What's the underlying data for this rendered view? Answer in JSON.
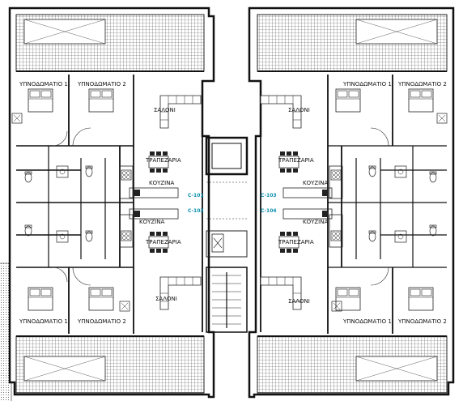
{
  "rooms": {
    "bedroom1": "ΥΠΝΟΔΩΜΑΤΙΟ 1",
    "bedroom2": "ΥΠΝΟΔΩΜΑΤΙΟ 2",
    "living": "ΣΑΛΟΝΙ",
    "dining": "ΤΡΑΠΕΖΑΡΙΑ",
    "kitchen": "ΚΟΥΖΙΝΑ"
  },
  "units": {
    "top_left": "C-101",
    "bottom_left": "C-102",
    "top_right": "C-103",
    "bottom_right": "C-104"
  },
  "colors": {
    "wall": "#111111",
    "line": "#222222",
    "unit_label": "#0a8fb0"
  }
}
